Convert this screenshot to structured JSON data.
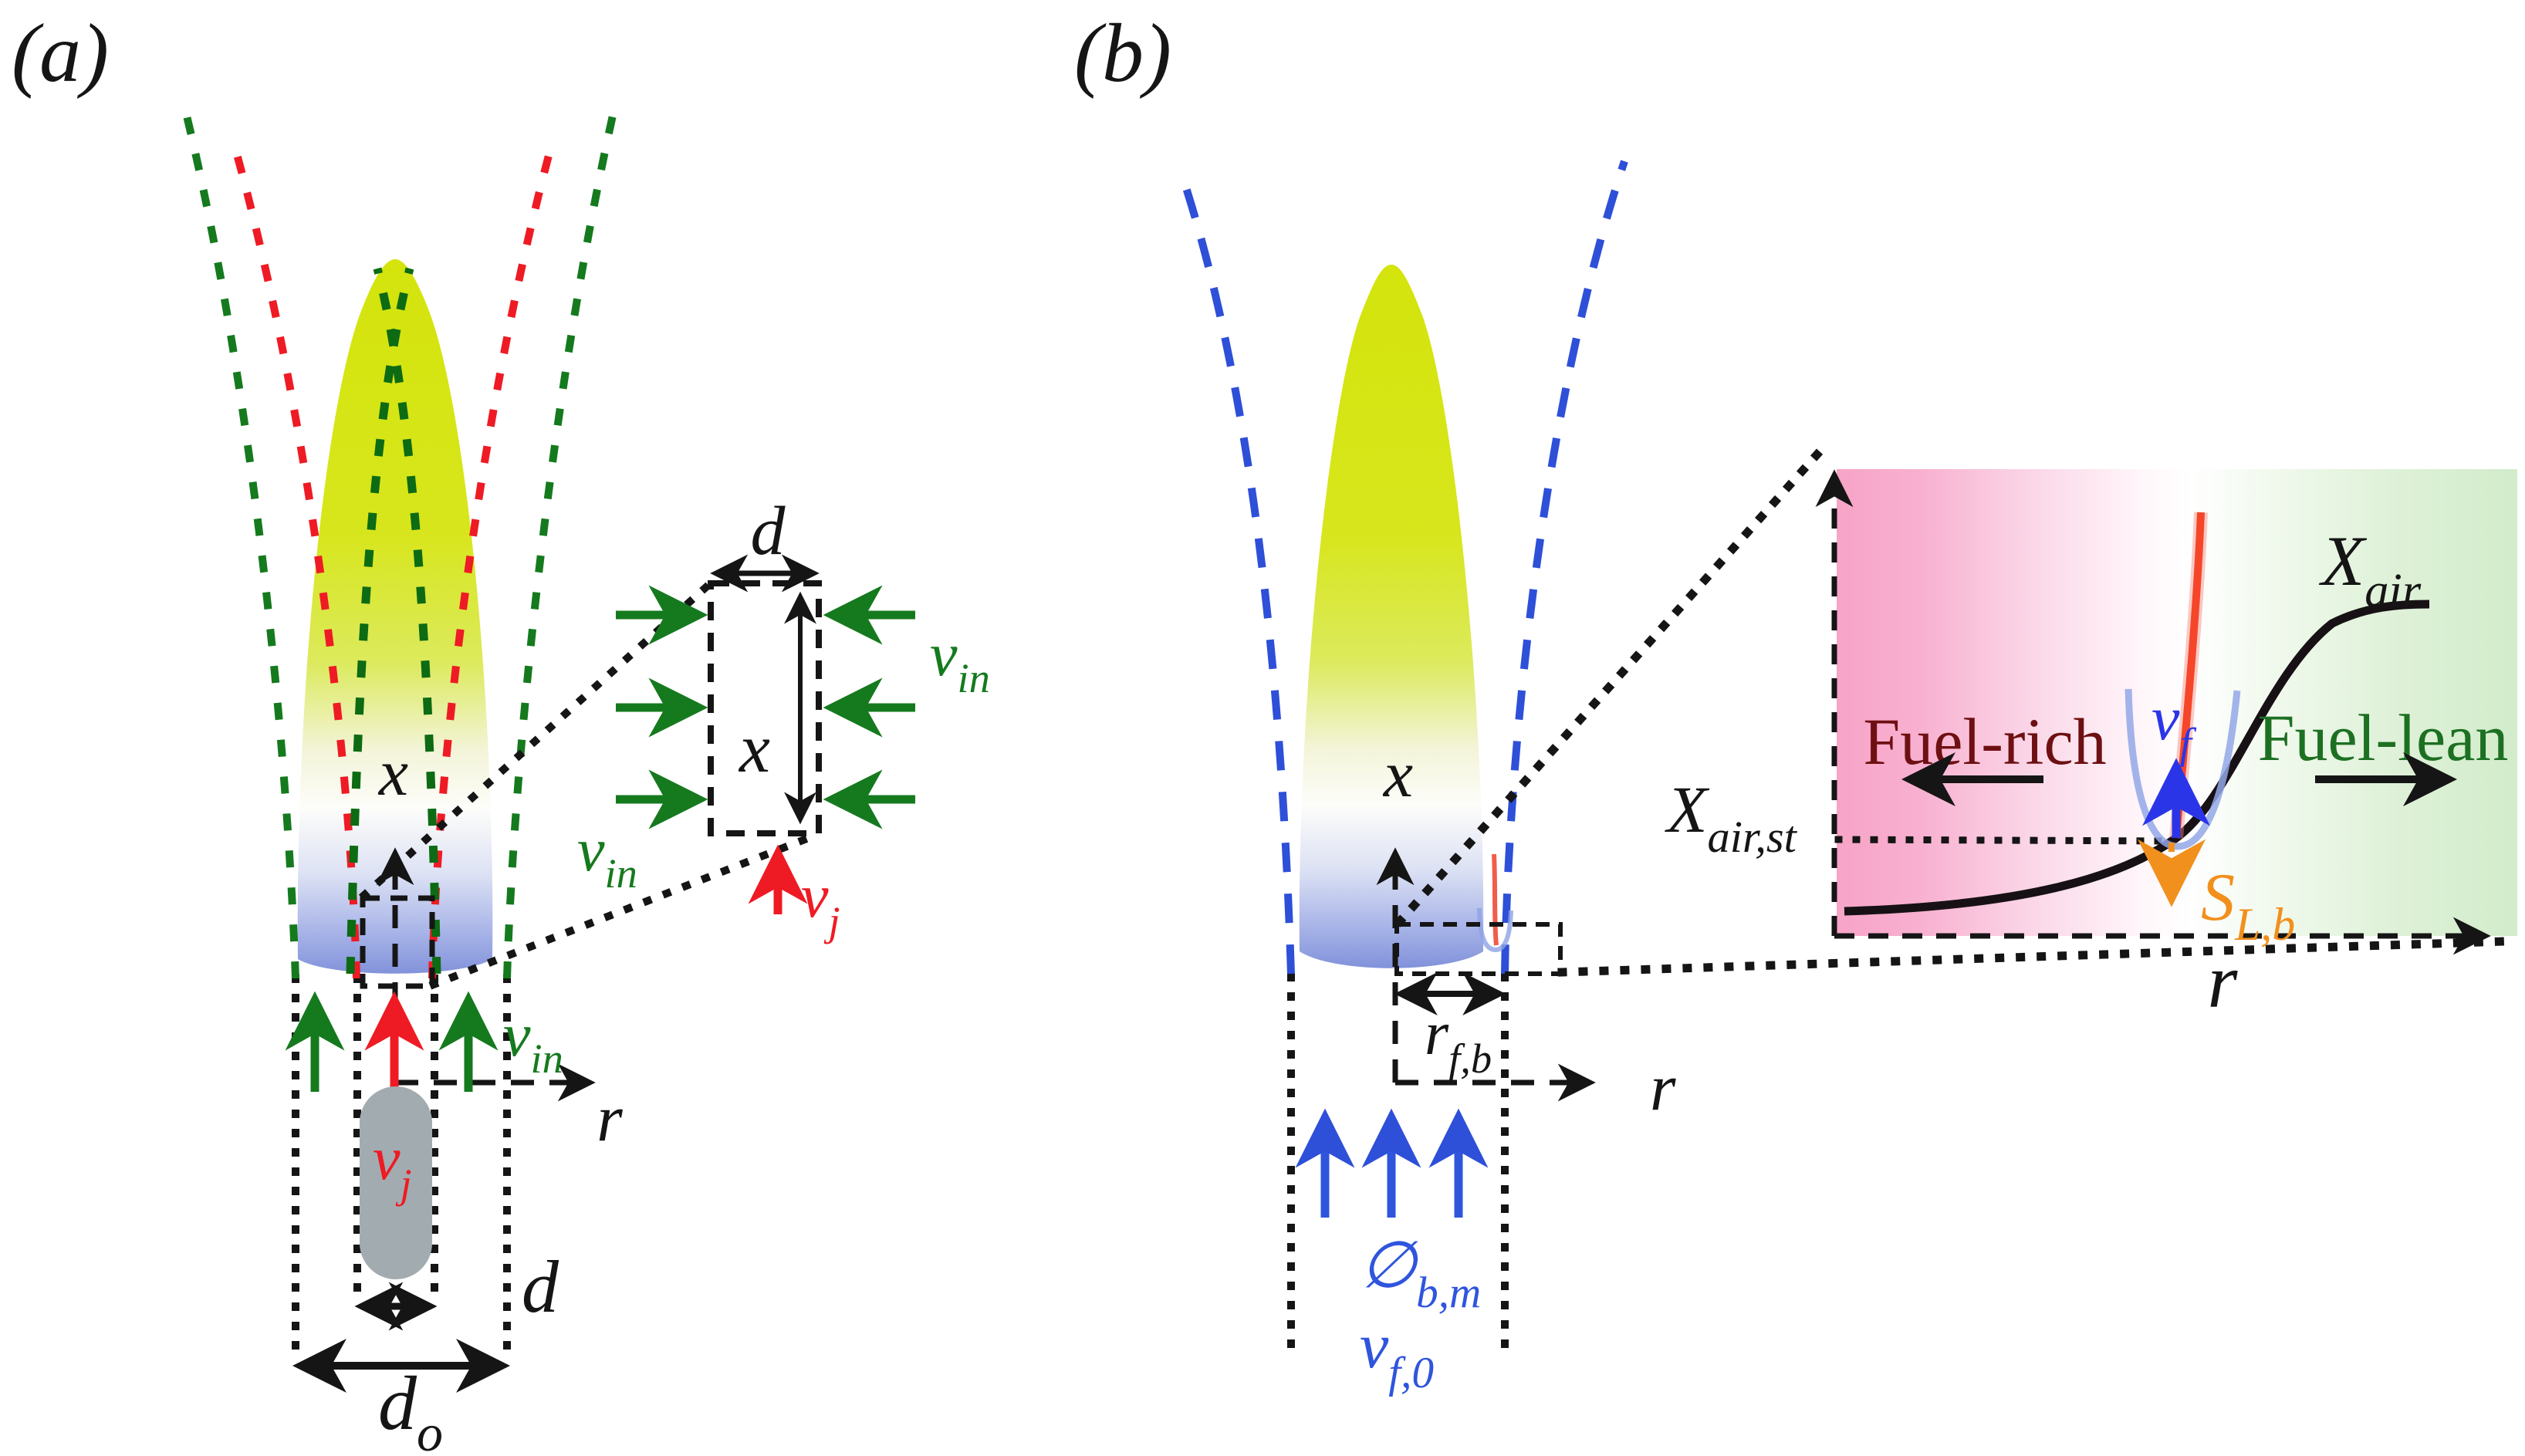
{
  "figure": {
    "panel_a_tag": "(a)",
    "panel_b_tag": "(b)"
  },
  "labels": {
    "v": "v",
    "in": "in",
    "j": "j",
    "x": "x",
    "r": "r",
    "d": "d",
    "o": "o",
    "rfb_main": "r",
    "rfb_sub": "f,b",
    "phi_main": "∅",
    "phi_sub": "b,m",
    "vf0_main": "v",
    "vf0_sub": "f,0",
    "xair_main": "X",
    "xair_sub": "air",
    "xairst_main": "X",
    "xairst_sub": "air,st",
    "fuel_rich": "Fuel-rich",
    "fuel_lean": "Fuel-lean",
    "vf_main": "v",
    "vf_sub": "f",
    "slb_main": "S",
    "slb_sub": "L,b"
  },
  "colors": {
    "entrainment_green": "#157a1e",
    "jet_red": "#ee1b24",
    "buoyant_blue": "#2e4fd8",
    "vf_blue": "#2b35e8",
    "orange": "#f1901d",
    "fuel_rich_maroon": "#6e1012",
    "fuel_lean_green": "#1d7022",
    "flame_yellow": "#d5e50e",
    "flame_base_blue": "#7b8cd8",
    "pipe_gray": "#a2acb0",
    "chart_pink": "#f7a4c7",
    "chart_green": "#d2ecca",
    "line_black": "#151515"
  },
  "chart_data": {
    "type": "line",
    "title": "",
    "xlabel": "r",
    "ylabel": "",
    "series": [
      {
        "name": "X_air",
        "shape": "sigmoid",
        "description": "Air mole fraction rising with radius from fuel-rich core (low, ~0.05 of axis height) to fuel-lean ambient plateau (~0.7 of axis height)"
      }
    ],
    "annotations": [
      "X_air,st dotted level at flame front",
      "Fuel-rich region (left, pink)",
      "Fuel-lean region (right, green)",
      "flame front red curve at stoichiometric point",
      "blue parabola flow profile with v_f up-arrow",
      "orange S_L,b down-arrow"
    ],
    "legend_position": "none",
    "grid": false
  }
}
